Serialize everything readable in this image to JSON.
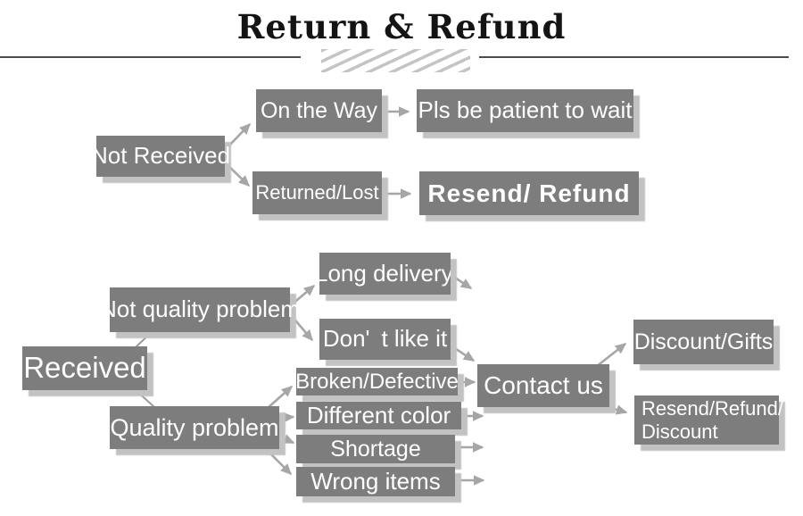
{
  "title": "Return & Refund",
  "colors": {
    "background": "#ffffff",
    "box_bg": "#7d7d7d",
    "box_text": "#ffffff",
    "box_shadow": "#c2c2c2",
    "arrow": "#a6a6a6",
    "connector": "#9a9a9a",
    "title_text": "#141414",
    "rule": "#4b4b4b",
    "hatch": "#c4c4c4"
  },
  "nodes": {
    "not_received": {
      "label": "Not Received"
    },
    "on_the_way": {
      "label": "On the Way"
    },
    "pls_wait": {
      "label": "Pls be patient to wait"
    },
    "returned_lost": {
      "label": "Returned/Lost"
    },
    "resend_refund": {
      "label": "Resend/ Refund"
    },
    "received": {
      "label": "Received"
    },
    "not_quality_problem": {
      "label": "Not quality problem"
    },
    "long_delivery": {
      "label": "Long delivery"
    },
    "dont_like_it": {
      "label": "Don' t like it"
    },
    "quality_problem": {
      "label": "Quality problem"
    },
    "broken_defective": {
      "label": "Broken/Defective"
    },
    "different_color": {
      "label": "Different color"
    },
    "shortage": {
      "label": "Shortage"
    },
    "wrong_items": {
      "label": "Wrong items"
    },
    "contact_us": {
      "label": "Contact us"
    },
    "discount_gifts": {
      "label": "Discount/Gifts"
    },
    "resend_refund_discount": {
      "line1": "Resend/Refund/",
      "line2": "Discount"
    }
  }
}
